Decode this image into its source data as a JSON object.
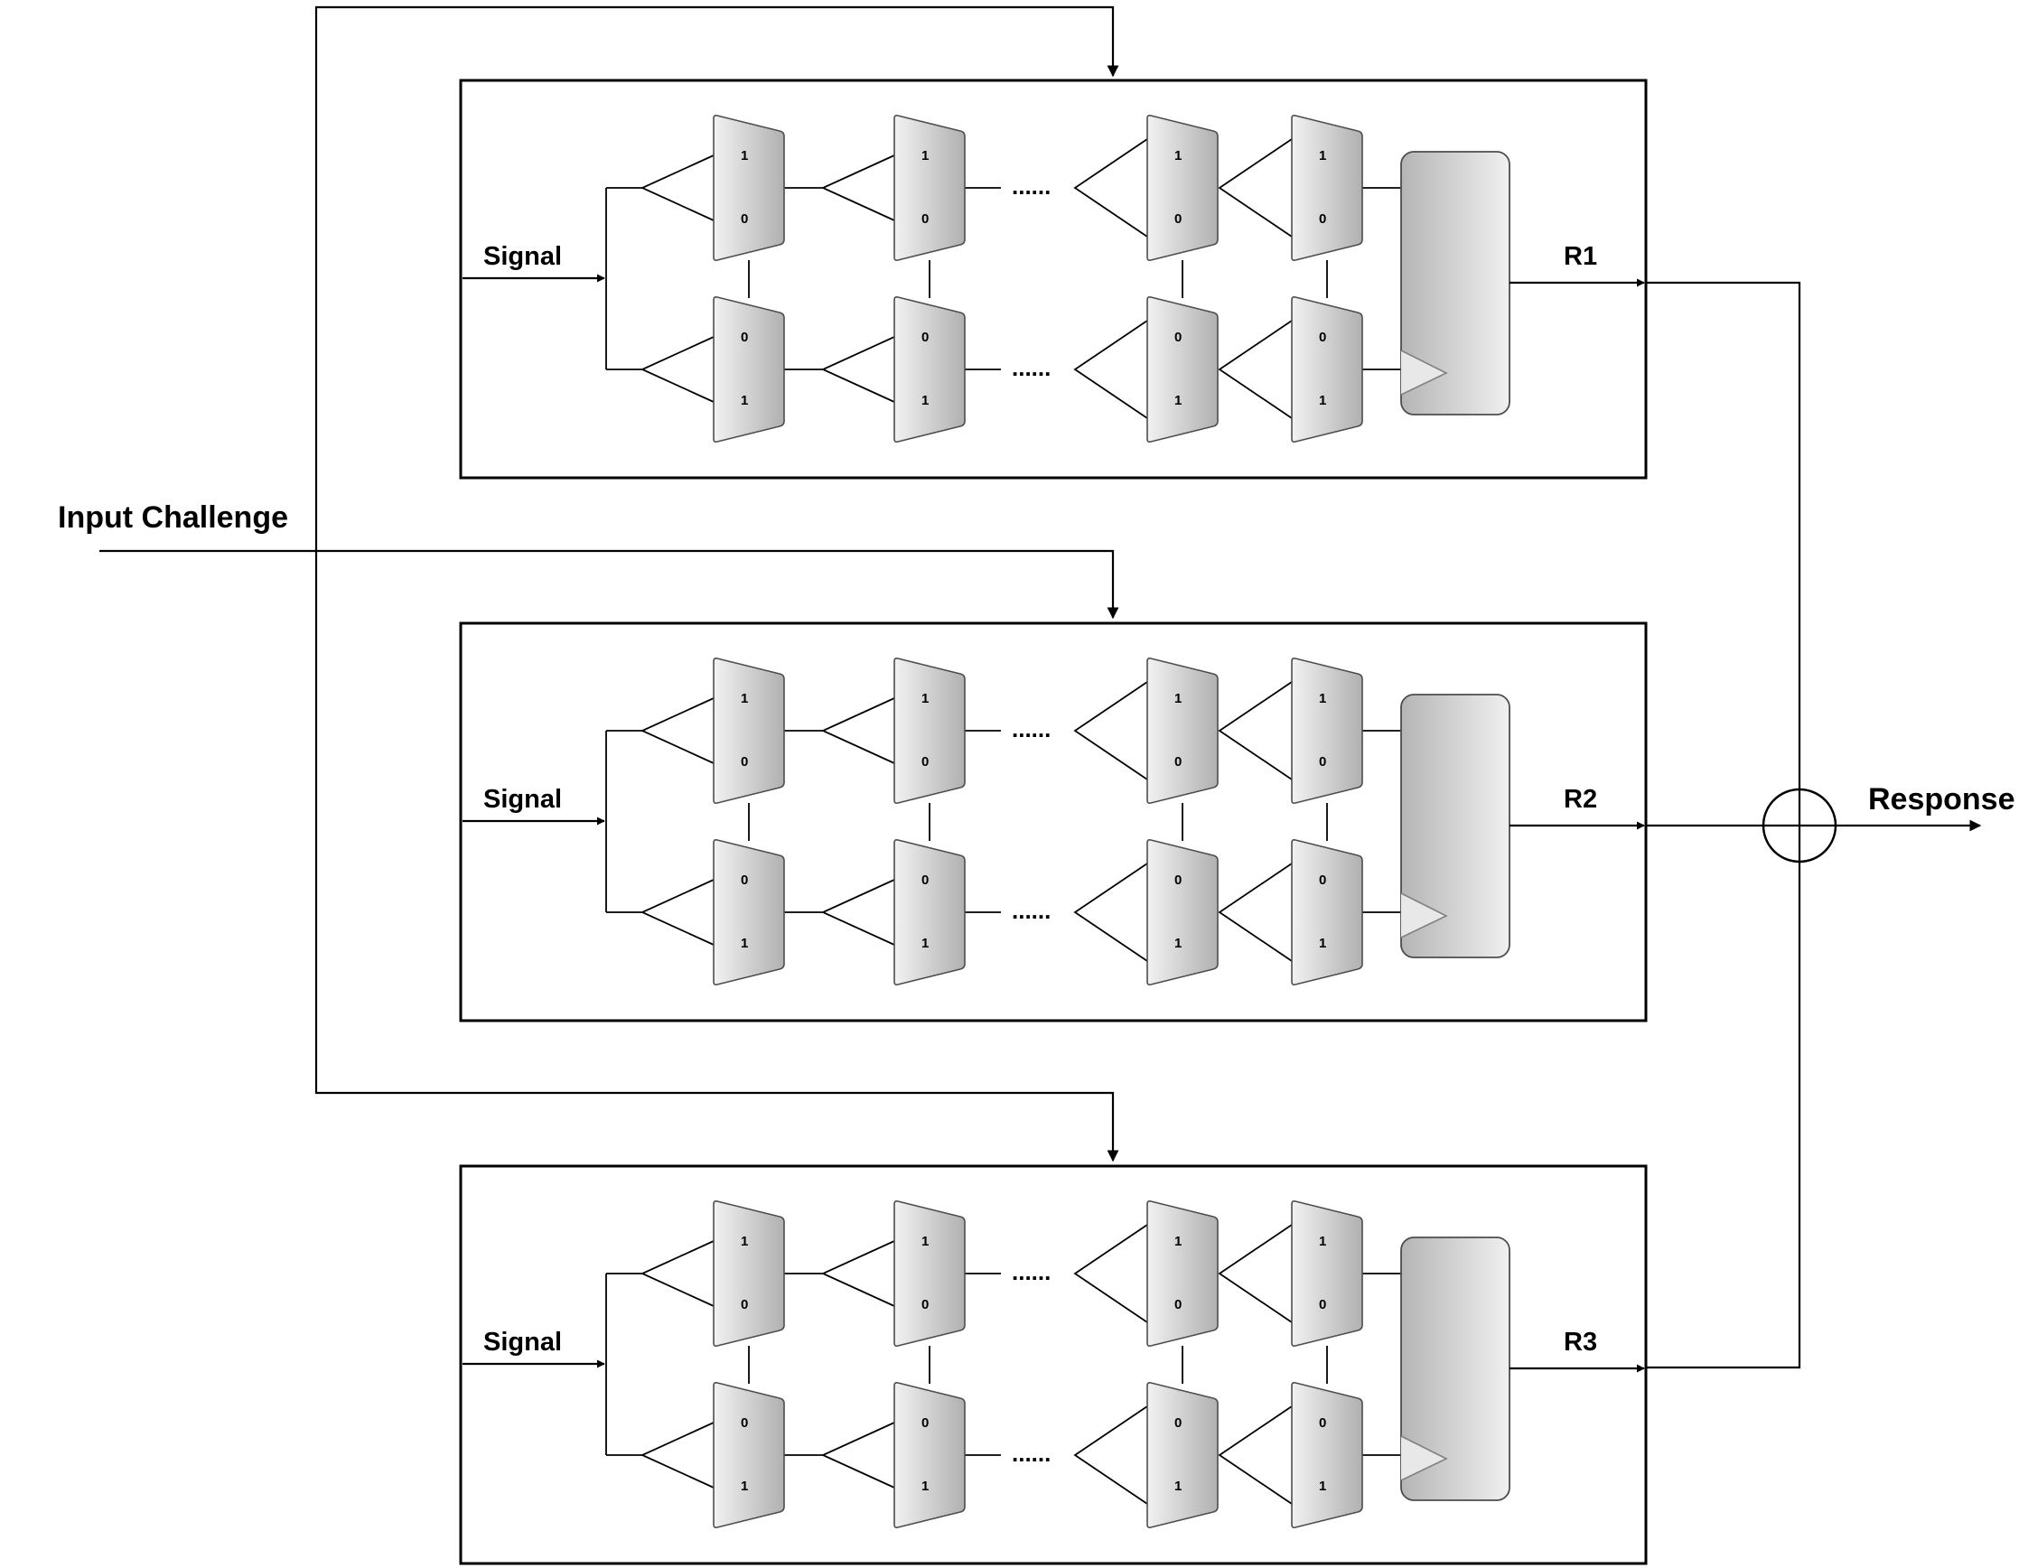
{
  "labels": {
    "input_challenge": "Input Challenge",
    "response": "Response",
    "signal": "Signal",
    "ellipsis": "......",
    "bit_one": "1",
    "bit_zero": "0"
  },
  "chains": [
    {
      "output_label": "R1"
    },
    {
      "output_label": "R2"
    },
    {
      "output_label": "R3"
    }
  ],
  "colors": {
    "line": "#000000",
    "mux_light": "#f2f2f2",
    "mux_dark": "#b3b3b3",
    "mux_border": "#4d4d4d"
  }
}
